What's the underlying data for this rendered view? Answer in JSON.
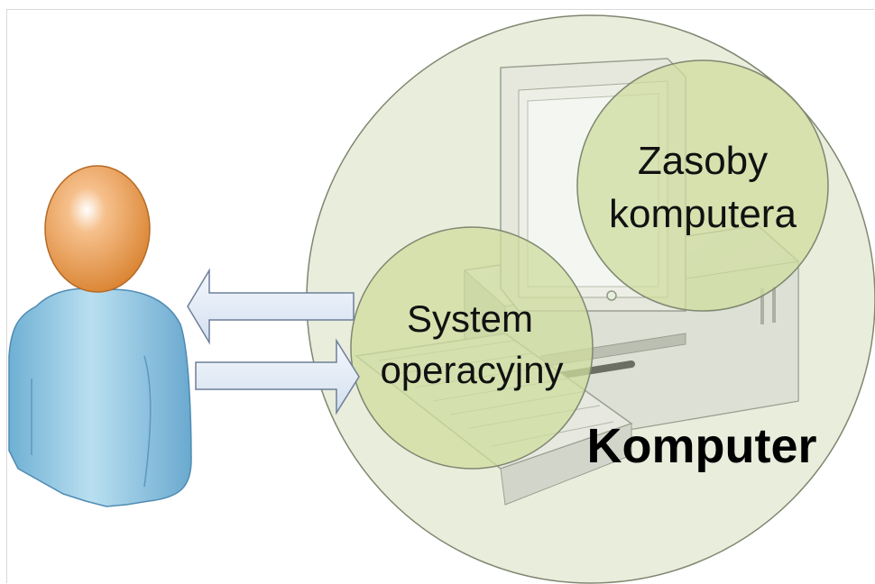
{
  "diagram": {
    "computer_label": "Komputer",
    "resources_label": [
      "Zasoby",
      "komputera"
    ],
    "os_label": [
      "System",
      "operacyjny"
    ]
  },
  "colors": {
    "computer_circle": "#e9eddc",
    "inner_circle": "#cfdc9f",
    "arrow_fill": "#e4ecf7",
    "arrow_stroke": "#6e7f99",
    "person_body": "#8cc4e0",
    "person_head": "#e69b55"
  },
  "icons": {
    "user": "user-icon",
    "computer": "desktop-computer-icon"
  }
}
